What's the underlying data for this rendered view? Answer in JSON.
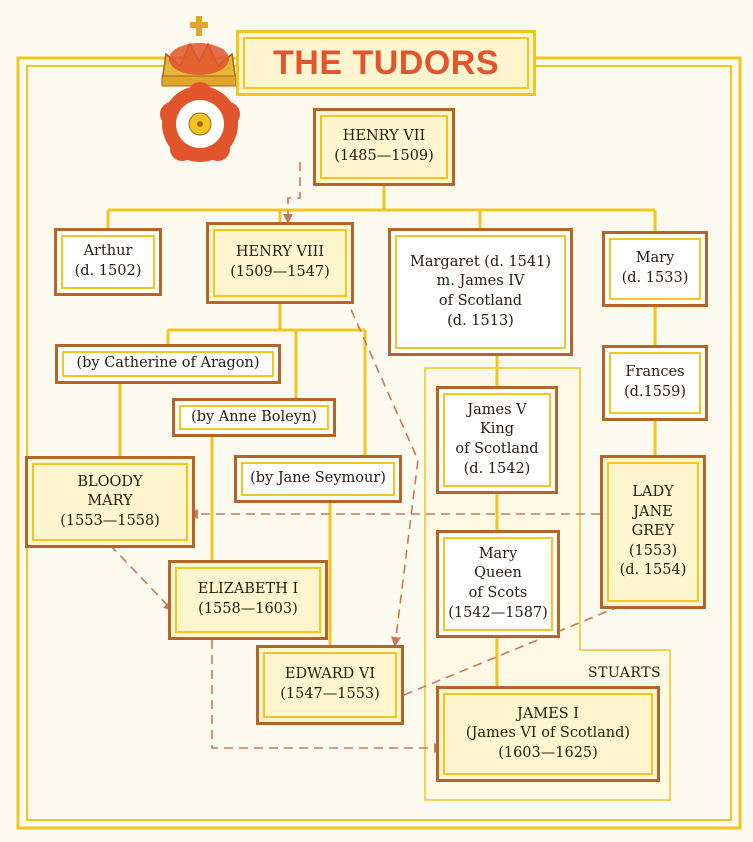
{
  "title": "THE TUDORS",
  "stuarts_label": "STUARTS",
  "colors": {
    "frame": "#f2c522",
    "title": "#e2542c",
    "box_border": "#b5652a",
    "arrow": "#c97a55"
  },
  "icons": {
    "crest": "tudor-rose-crown-icon"
  },
  "nodes": {
    "henry7": {
      "text": "HENRY VII\n(1485—1509)"
    },
    "arthur": {
      "text": "Arthur\n(d. 1502)"
    },
    "henry8": {
      "text": "HENRY VIII\n(1509—1547)"
    },
    "margaret": {
      "text": "Margaret (d. 1541)\nm. James IV\nof Scotland\n(d. 1513)"
    },
    "mary_sister": {
      "text": "Mary\n(d. 1533)"
    },
    "catherine": {
      "text": "(by Catherine of Aragon)"
    },
    "anne": {
      "text": "(by Anne Boleyn)"
    },
    "jane_seymour": {
      "text": "(by Jane Seymour)"
    },
    "bloody_mary": {
      "text": "BLOODY\nMARY\n(1553—1558)"
    },
    "elizabeth": {
      "text": "ELIZABETH I\n(1558—1603)"
    },
    "edward": {
      "text": "EDWARD VI\n(1547—1553)"
    },
    "james5": {
      "text": "James V\nKing\nof Scotland\n(d. 1542)"
    },
    "mary_scots": {
      "text": "Mary\nQueen\nof Scots\n(1542—1587)"
    },
    "james1": {
      "text": "JAMES I\n(James VI of Scotland)\n(1603—1625)"
    },
    "frances": {
      "text": "Frances\n(d.1559)"
    },
    "jane_grey": {
      "text": "LADY\nJANE\nGREY\n(1553)\n(d. 1554)"
    }
  }
}
